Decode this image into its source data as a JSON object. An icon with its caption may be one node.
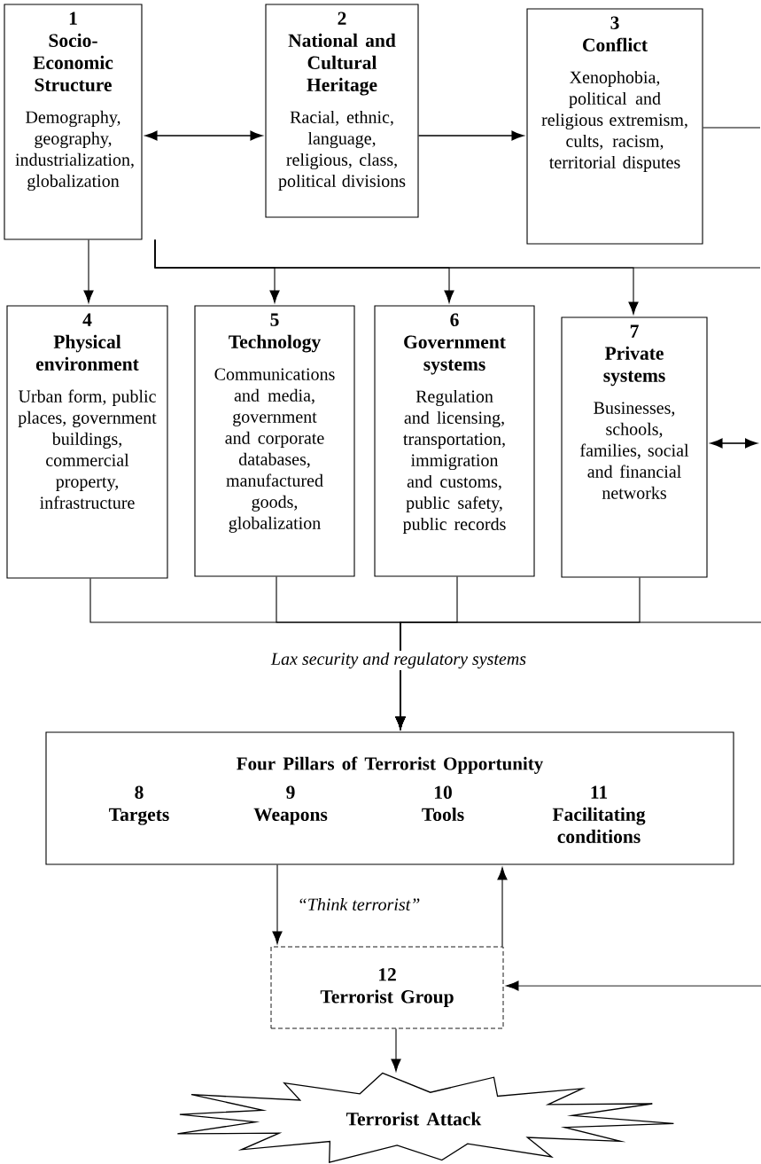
{
  "diagram": {
    "nodes": [
      {
        "text": [
          "1",
          "Socio-Economic Structure",
          "Demography, geography, industrialization, globalization"
        ]
      },
      {
        "text": [
          "2",
          "National and Cultural Heritage",
          "Racial, ethnic, language, religious, class, political divisions"
        ]
      },
      {
        "text": [
          "3",
          "Conflict",
          "Xenophobia, political and religious extremism, cults, racism, territorial disputes"
        ]
      },
      {
        "text": [
          "4",
          "Physical environment",
          "Urban form, public places, government buildings, commercial property, infrastructure"
        ]
      },
      {
        "text": [
          "5",
          "Technology",
          "Communications and media, government and corporate databases, manufactured goods, globalization"
        ]
      },
      {
        "text": [
          "6",
          "Government systems",
          "Regulation and licensing, transportation, immigration and customs, public safety, public records"
        ]
      },
      {
        "text": [
          "7",
          "Private systems",
          "Businesses, schools, families, social and financial networks"
        ]
      },
      {
        "text": [
          "Four Pillars of Terrorist Opportunity",
          "8",
          "Targets",
          "9",
          "Weapons",
          "10",
          "Tools",
          "11",
          "Facilitating conditions"
        ]
      },
      {
        "text": [
          "12",
          "Terrorist Group"
        ]
      },
      {
        "text": [
          "Terrorist Attack"
        ]
      }
    ],
    "edges": [
      {
        "from": 0,
        "to": 1,
        "arrow": "both"
      },
      {
        "from": 1,
        "to": 2,
        "arrow": "to"
      },
      {
        "from": 2,
        "to": null,
        "arrow": "none"
      },
      {
        "from": 0,
        "to": 3,
        "arrow": "to"
      },
      {
        "from": 0,
        "to": 4,
        "arrow": "to"
      },
      {
        "from": 0,
        "to": 5,
        "arrow": "to"
      },
      {
        "from": 0,
        "to": 6,
        "arrow": "to"
      },
      {
        "from": 0,
        "to": null,
        "arrow": "none"
      },
      {
        "from": 6,
        "to": null,
        "arrow": "both"
      },
      {
        "from": 3,
        "to": 7,
        "arrow": "to"
      },
      {
        "from": 4,
        "to": 7,
        "arrow": "to"
      },
      {
        "from": 5,
        "to": 7,
        "arrow": "to"
      },
      {
        "from": 6,
        "to": 7,
        "arrow": "to"
      },
      {
        "from": null,
        "to": 7,
        "arrow": "to"
      },
      {
        "from": 7,
        "to": 8,
        "arrow": "to"
      },
      {
        "from": 8,
        "to": 7,
        "arrow": "to"
      },
      {
        "from": null,
        "to": 8,
        "arrow": "to"
      },
      {
        "from": 8,
        "to": 9,
        "arrow": "to"
      }
    ],
    "labels": [
      "Lax security and regulatory systems",
      "“Think terrorist”"
    ]
  }
}
